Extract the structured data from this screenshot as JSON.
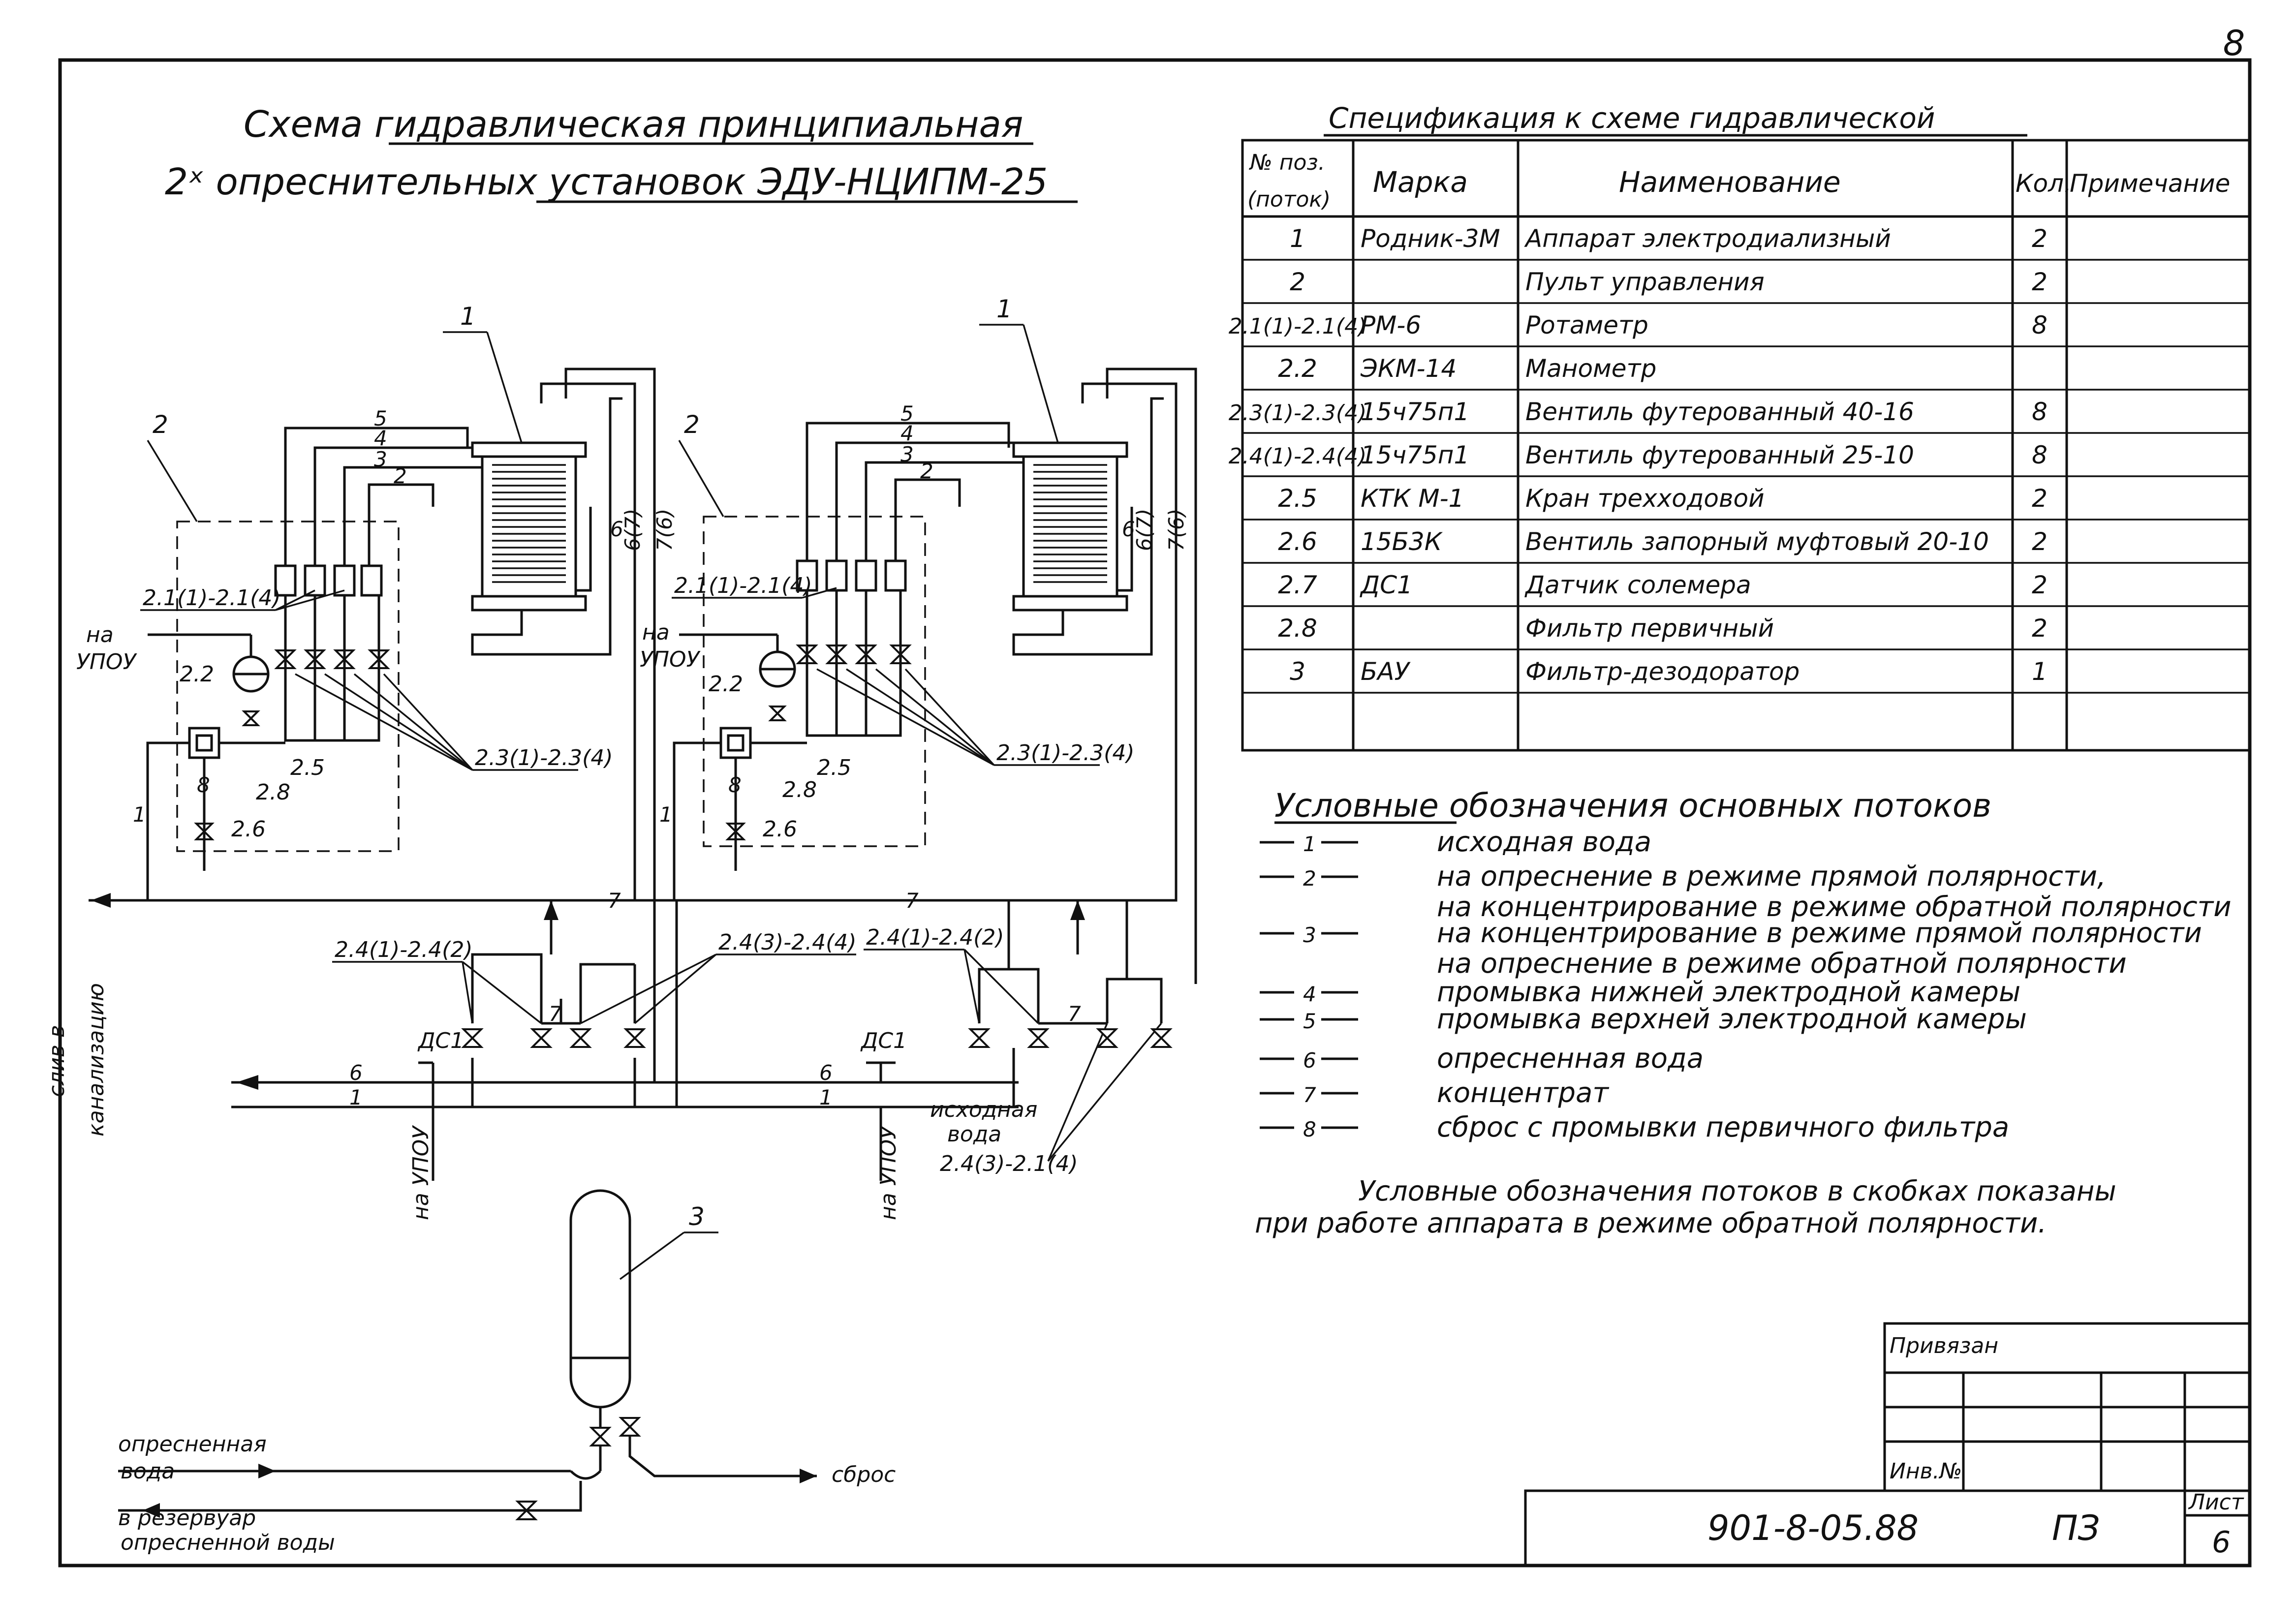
{
  "sheet_corner_number": "8",
  "title": {
    "line1": "Схема гидравлическая принципиальная",
    "line2": "2ˣ опреснительных установок ЭДУ-НЦИПМ-25"
  },
  "spec": {
    "title": "Спецификация к схеме гидравлической",
    "headers": [
      "№ поз. (поток)",
      "Марка",
      "Наименование",
      "Кол.",
      "Примечание"
    ],
    "header_pos_line1": "№ поз.",
    "header_pos_line2": "(поток)",
    "rows": [
      {
        "pos": "1",
        "mark": "Родник-3М",
        "name": "Аппарат электродиализный",
        "qty": "2"
      },
      {
        "pos": "2",
        "mark": "",
        "name": "Пульт управления",
        "qty": "2"
      },
      {
        "pos": "2.1(1)-2.1(4)",
        "mark": "РМ-6",
        "name": "Ротаметр",
        "qty": "8"
      },
      {
        "pos": "2.2",
        "mark": "ЭКМ-14",
        "name": "Манометр",
        "qty": ""
      },
      {
        "pos": "2.3(1)-2.3(4)",
        "mark": "15ч75п1",
        "name": "Вентиль футерованный 40-16",
        "qty": "8"
      },
      {
        "pos": "2.4(1)-2.4(4)",
        "mark": "15ч75п1",
        "name": "Вентиль футерованный 25-10",
        "qty": "8"
      },
      {
        "pos": "2.5",
        "mark": "КТК М-1",
        "name": "Кран трехходовой",
        "qty": "2"
      },
      {
        "pos": "2.6",
        "mark": "15Б3К",
        "name": "Вентиль запорный муфтовый 20-10",
        "qty": "2"
      },
      {
        "pos": "2.7",
        "mark": "ДС1",
        "name": "Датчик солемера",
        "qty": "2"
      },
      {
        "pos": "2.8",
        "mark": "",
        "name": "Фильтр первичный",
        "qty": "2"
      },
      {
        "pos": "3",
        "mark": "БАУ",
        "name": "Фильтр-дезодоратор",
        "qty": "1"
      }
    ]
  },
  "legend": {
    "title": "Условные обозначения основных потоков",
    "items": [
      {
        "num": "1",
        "line1": "исходная вода",
        "line2": ""
      },
      {
        "num": "2",
        "line1": "на опреснение в режиме прямой полярности,",
        "line2": "на концентрирование в режиме обратной полярности"
      },
      {
        "num": "3",
        "line1": "на концентрирование в режиме прямой полярности",
        "line2": "на опреснение в режиме обратной полярности"
      },
      {
        "num": "4",
        "line1": "промывка нижней электродной камеры",
        "line2": ""
      },
      {
        "num": "5",
        "line1": "промывка верхней электродной камеры",
        "line2": ""
      },
      {
        "num": "6",
        "line1": "опресненная вода",
        "line2": ""
      },
      {
        "num": "7",
        "line1": "концентрат",
        "line2": ""
      },
      {
        "num": "8",
        "line1": "сброс с промывки первичного фильтра",
        "line2": ""
      }
    ],
    "note_line1": "Условные обозначения потоков в скобках показаны",
    "note_line2": "при работе аппарата в режиме обратной полярности."
  },
  "diagram": {
    "label_apparatus": "1",
    "label_panel": "2",
    "label_filter": "3",
    "label_rotameters": "2.1(1)-2.1(4)",
    "label_manometer": "2.2",
    "label_valves_40": "2.3(1)-2.3(4)",
    "label_cock": "2.5",
    "label_prefilter": "2.8",
    "label_valve_20": "2.6",
    "label_valves_25_a": "2.4(1)-2.4(2)",
    "label_valves_25_b": "2.4(3)-2.4(4)",
    "label_valves_25_c": "2.4(3)-2.1(4)",
    "label_sensor": "ДС1",
    "label_to_upou_1": "на",
    "label_to_upou_2": "УПОУ",
    "label_to_upou_vert": "на УПОУ",
    "label_drain_1": "слив в",
    "label_drain_2": "канализацию",
    "label_source_1": "исходная",
    "label_source_2": "вода",
    "label_desalted_1": "опресненная",
    "label_desalted_2": "вода",
    "label_reservoir_1": "в резервуар",
    "label_reservoir_2": "опресненной воды",
    "label_discharge": "сброс",
    "riser_label": "6(7)",
    "riser_label_2": "7(6)",
    "riser_label_3": "6",
    "flow_numbers": [
      "1",
      "2",
      "3",
      "4",
      "5",
      "6",
      "7",
      "8"
    ]
  },
  "stamp": {
    "bound": "Привязан",
    "inv": "Инв.№",
    "code": "901-8-05.88",
    "section": "ПЗ",
    "sheet_label": "Лист",
    "sheet": "6"
  }
}
